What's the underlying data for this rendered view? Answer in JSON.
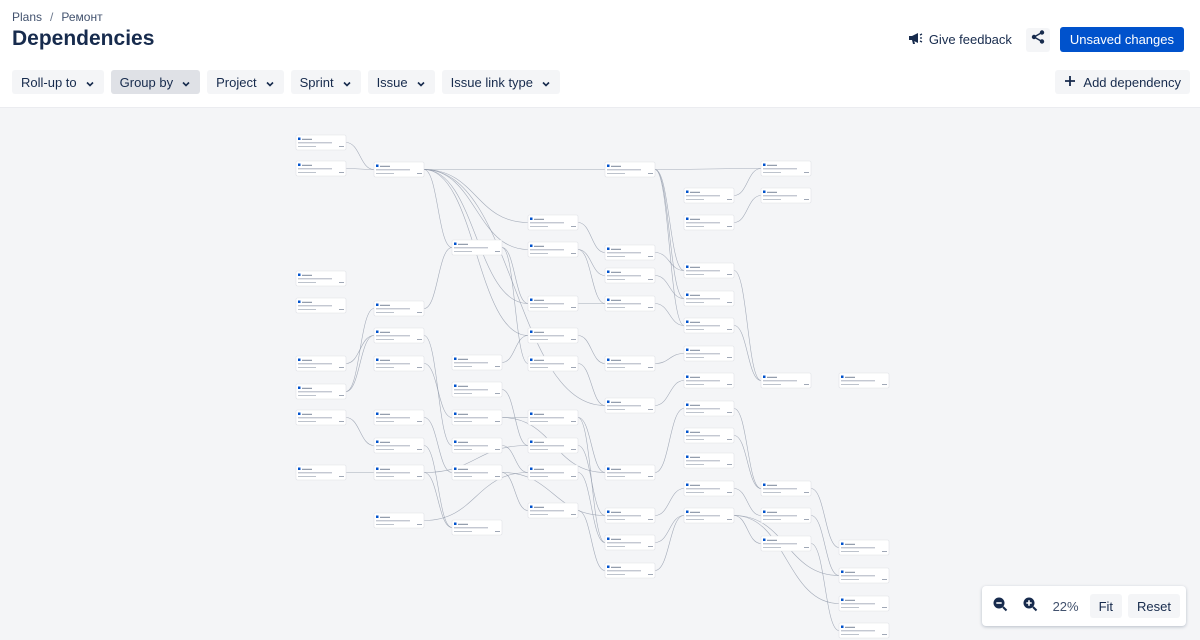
{
  "breadcrumb": {
    "root": "Plans",
    "separator": "/",
    "current": "Ремонт"
  },
  "page": {
    "title": "Dependencies"
  },
  "actions": {
    "feedback_label": "Give feedback",
    "unsaved_label": "Unsaved changes"
  },
  "filters": [
    {
      "label": "Roll-up to"
    },
    {
      "label": "Group by"
    },
    {
      "label": "Project"
    },
    {
      "label": "Sprint"
    },
    {
      "label": "Issue"
    },
    {
      "label": "Issue link type"
    }
  ],
  "add_dependency_label": "Add dependency",
  "zoom": {
    "level": "22%",
    "fit_label": "Fit",
    "reset_label": "Reset"
  },
  "colors": {
    "primary": "#0052cc",
    "canvas": "#f4f5f7",
    "card": "#ffffff",
    "edge": "#8993a4"
  },
  "graph": {
    "nodes": [
      {
        "key": ""
      },
      {
        "key": ""
      },
      {
        "key": ""
      },
      {
        "key": ""
      },
      {
        "key": ""
      },
      {
        "key": ""
      },
      {
        "key": ""
      },
      {
        "key": ""
      },
      {
        "key": ""
      },
      {
        "key": ""
      }
    ]
  }
}
